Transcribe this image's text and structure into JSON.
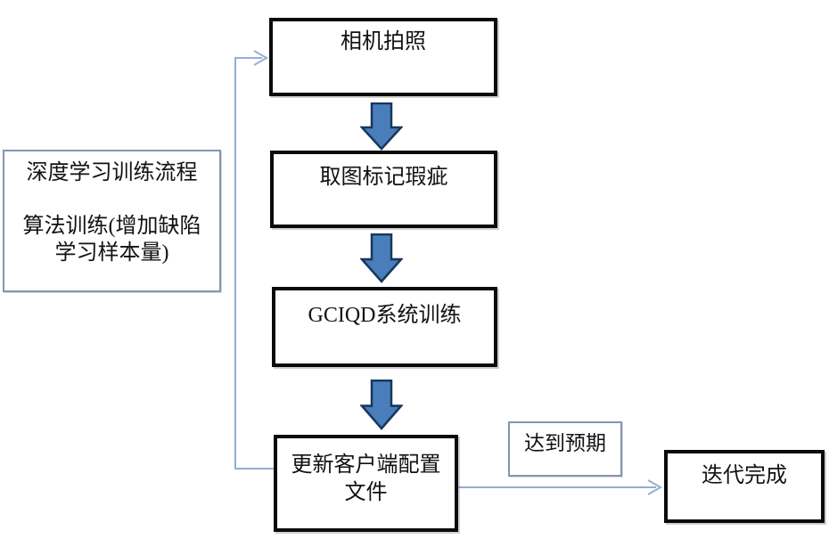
{
  "boxes": {
    "camera": {
      "label": "相机拍照"
    },
    "annotate": {
      "label": "取图标记瑕疵"
    },
    "train": {
      "label": "GCIQD系统训练"
    },
    "update": {
      "line1": "更新客户端配置",
      "line2": "文件"
    },
    "note": {
      "line1": "深度学习训练流程",
      "line2": "算法训练(增加缺陷",
      "line3": "学习样本量)"
    },
    "expect": {
      "label": "达到预期"
    },
    "done": {
      "label": "迭代完成"
    }
  },
  "edges": [
    {
      "from": "camera",
      "to": "annotate",
      "style": "block-arrow-down"
    },
    {
      "from": "annotate",
      "to": "train",
      "style": "block-arrow-down"
    },
    {
      "from": "train",
      "to": "update",
      "style": "block-arrow-down"
    },
    {
      "from": "update",
      "to": "camera",
      "style": "feedback-line-arrow"
    },
    {
      "from": "update",
      "to": "done",
      "style": "line-arrow",
      "label": "达到预期"
    }
  ],
  "colors": {
    "background": "#ffffff",
    "process_box_border": "#0b0b0b",
    "note_box_border": "#8496b0",
    "block_arrow_fill": "#4a7ebb",
    "block_arrow_border": "#17375e",
    "connector_line": "#95aed2",
    "text": "#121212"
  }
}
